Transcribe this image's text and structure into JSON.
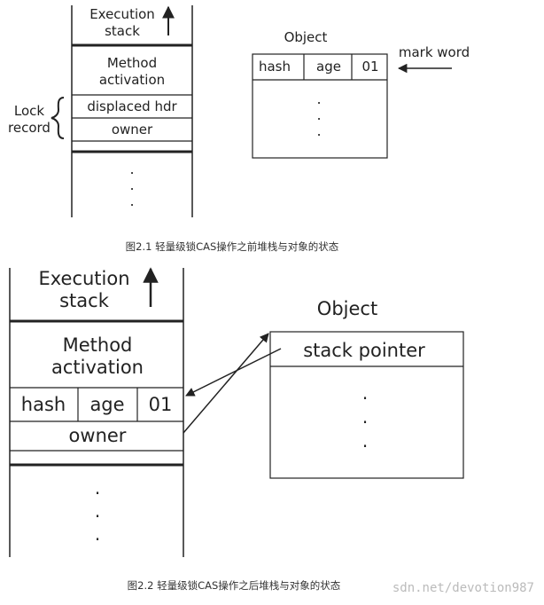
{
  "figure1": {
    "stack": {
      "title_line1": "Execution",
      "title_line2": "stack",
      "method_line1": "Method",
      "method_line2": "activation",
      "displaced": "displaced hdr",
      "owner": "owner",
      "ellipsis": "."
    },
    "lock_label_line1": "Lock",
    "lock_label_line2": "record",
    "object": {
      "title": "Object",
      "fields": [
        "hash",
        "age",
        "01"
      ],
      "ellipsis": "."
    },
    "mark_word": "mark word",
    "caption": "图2.1 轻量级锁CAS操作之前堆栈与对象的状态"
  },
  "figure2": {
    "stack": {
      "title_line1": "Execution",
      "title_line2": "stack",
      "method_line1": "Method",
      "method_line2": "activation",
      "fields": [
        "hash",
        "age",
        "01"
      ],
      "owner": "owner",
      "ellipsis": "."
    },
    "object": {
      "title": "Object",
      "pointer": "stack pointer",
      "ellipsis": "."
    },
    "caption": "图2.2 轻量级锁CAS操作之后堆栈与对象的状态"
  },
  "watermark": "sdn.net/devotion987"
}
